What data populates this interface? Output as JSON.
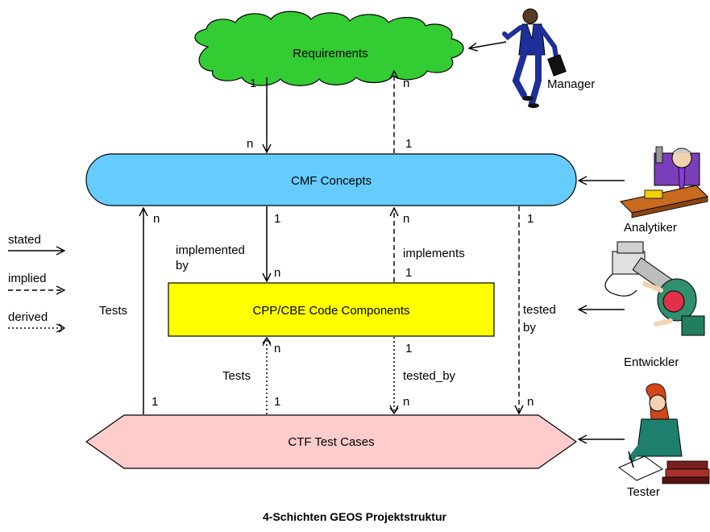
{
  "title": "4-Schichten GEOS Projektstruktur",
  "layers": {
    "requirements": "Requirements",
    "concepts": "CMF Concepts",
    "code": "CPP/CBE Code Components",
    "tests": "CTF Test Cases"
  },
  "colors": {
    "requirements": "#33cc33",
    "concepts": "#66ccff",
    "code": "#ffff00",
    "tests": "#ffcccc"
  },
  "legend": {
    "stated": "stated",
    "implied": "implied",
    "derived": "derived"
  },
  "roles": {
    "manager": "Manager",
    "analyst": "Analytiker",
    "developer": "Entwickler",
    "tester": "Tester"
  },
  "role_icons": {
    "manager": "businessman-icon",
    "analyst": "analyst-at-desk-icon",
    "developer": "developer-at-computer-icon",
    "tester": "tester-writing-icon"
  },
  "labels": {
    "req_concept_src": "1",
    "req_concept_dst": "n",
    "concept_req_src": "1",
    "concept_req_dst": "n",
    "tests_concept_text": "Tests",
    "tests_concept_src": "1",
    "tests_concept_dst": "n",
    "impl_by_text_1": "implemented",
    "impl_by_text_2": "by",
    "impl_by_src": "1",
    "impl_by_dst": "n",
    "implements_text": "implements",
    "implements_src": "1",
    "implements_dst": "n",
    "tested_by_text_1": "tested",
    "tested_by_text_2": "by",
    "tested_by_src": "1",
    "tested_by_dst": "n",
    "tests_code_text": "Tests",
    "tests_code_src": "1",
    "tests_code_dst": "n",
    "tested_by_code_text": "tested_by",
    "tested_by_code_src": "1",
    "tested_by_code_dst": "n"
  }
}
